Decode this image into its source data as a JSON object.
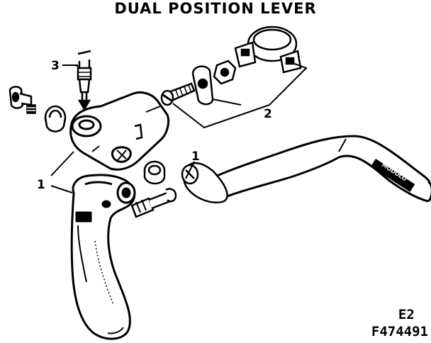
{
  "diagram": {
    "title": "DUAL POSITION LEVER",
    "callouts": {
      "ref_1_left": "1",
      "ref_1_right": "1",
      "ref_2": "2",
      "ref_3": "3"
    },
    "handlebar_lettering": "MODOLO",
    "sheet_code": "E2",
    "figure_number": "F474491"
  },
  "colors": {
    "ink": "#000000",
    "paper": "#ffffff"
  }
}
